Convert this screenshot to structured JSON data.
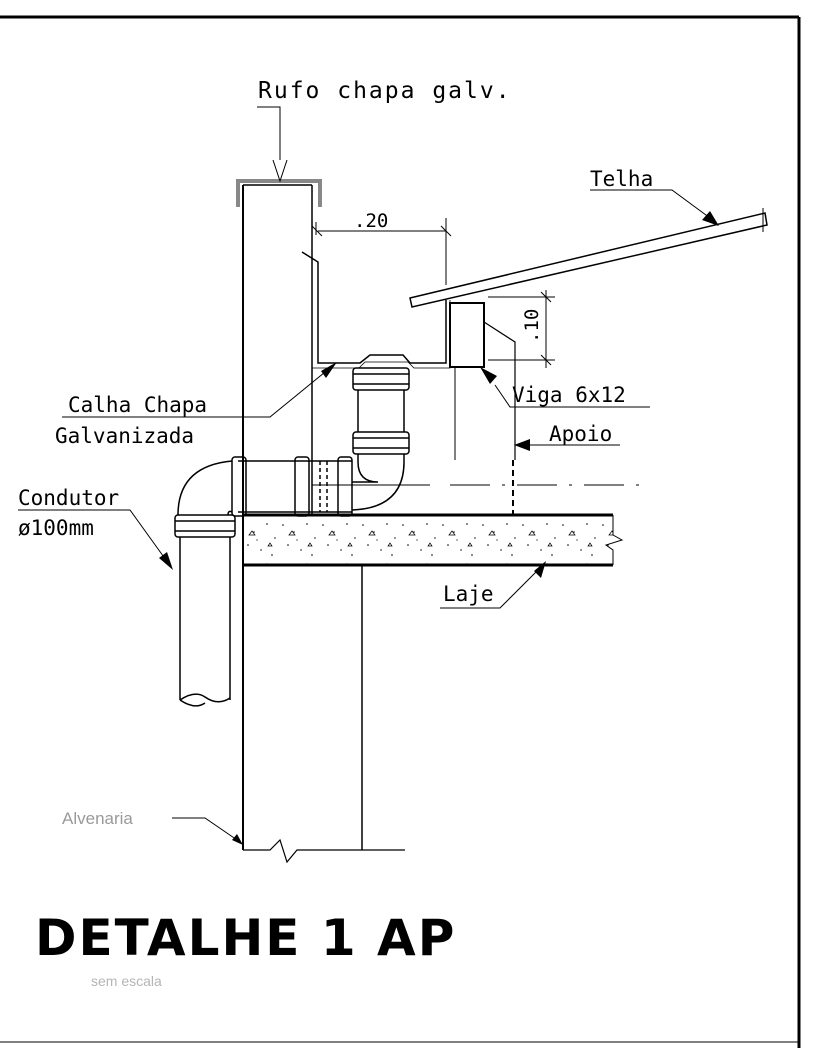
{
  "labels": {
    "rufo": "Rufo chapa galv.",
    "telha": "Telha",
    "dim_20": ".20",
    "dim_10": ".10",
    "viga": "Viga 6x12",
    "calha_line1": "Calha Chapa",
    "calha_line2": "Galvanizada",
    "apoio": "Apoio",
    "condutor_line1": "Condutor",
    "condutor_line2": "ø100mm",
    "laje": "Laje",
    "alvenaria": "Alvenaria"
  },
  "title": "DETALHE 1 AP",
  "scale_note": "sem escala"
}
